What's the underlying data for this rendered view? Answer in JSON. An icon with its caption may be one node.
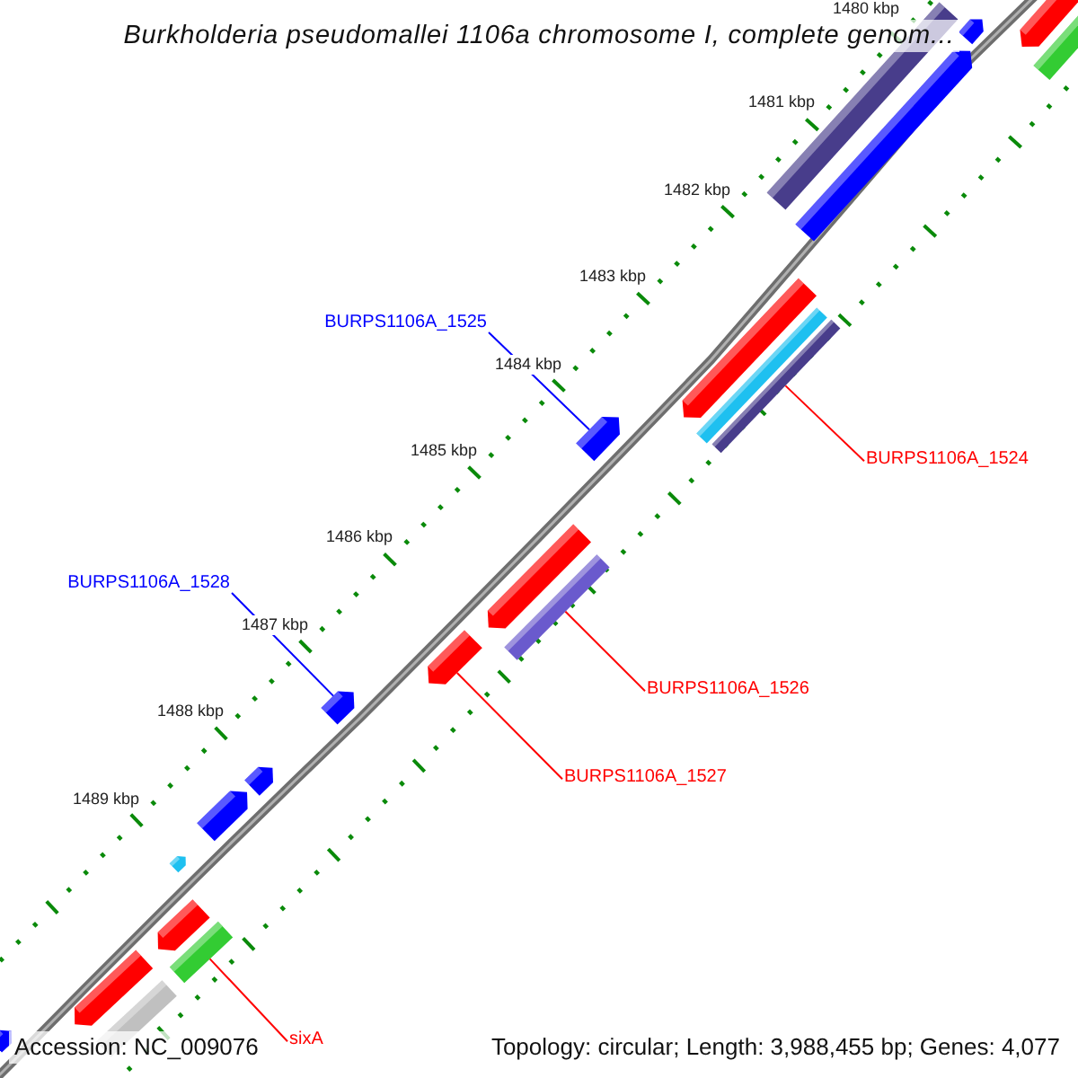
{
  "diagram": {
    "title": "Burkholderia pseudomallei 1106a chromosome I, complete genom...",
    "nodes": [
      {
        "text": [
          "BURPS1106A_1525"
        ]
      },
      {
        "text": [],
        "shape": "bar"
      },
      {
        "text": [
          "BURPS1106A_1524"
        ]
      },
      {
        "text": [],
        "shape": "bar"
      },
      {
        "text": [
          "BURPS1106A_1528"
        ]
      },
      {
        "text": [],
        "shape": "bar"
      },
      {
        "text": [
          "BURPS1106A_1526"
        ]
      },
      {
        "text": [],
        "shape": "bar"
      },
      {
        "text": [
          "BURPS1106A_1527"
        ]
      },
      {
        "text": [],
        "shape": "bar"
      },
      {
        "text": [
          "sixA"
        ]
      },
      {
        "text": [],
        "shape": "bar"
      },
      {
        "text": [],
        "shape": "bar"
      },
      {
        "text": [],
        "shape": "bar"
      },
      {
        "text": [],
        "shape": "bar"
      },
      {
        "text": [],
        "shape": "bar"
      },
      {
        "text": [],
        "shape": "bar"
      },
      {
        "text": [],
        "shape": "bar"
      },
      {
        "text": [],
        "shape": "bar"
      },
      {
        "text": [],
        "shape": "bar"
      },
      {
        "text": [],
        "shape": "bar"
      },
      {
        "text": [],
        "shape": "bar"
      },
      {
        "text": [],
        "shape": "bar"
      },
      {
        "text": [],
        "shape": "bar"
      },
      {
        "text": [],
        "shape": "bar"
      },
      {
        "text": [],
        "shape": "bar"
      },
      {
        "text": [],
        "shape": "bar"
      }
    ],
    "edges": [
      {
        "from": 0,
        "to": 1,
        "arrow": "none",
        "color": "#0000ff"
      },
      {
        "from": 2,
        "to": 3,
        "arrow": "none",
        "color": "#ff0000"
      },
      {
        "from": 4,
        "to": 5,
        "arrow": "none",
        "color": "#0000ff"
      },
      {
        "from": 6,
        "to": 7,
        "arrow": "none",
        "color": "#ff0000"
      },
      {
        "from": 8,
        "to": 9,
        "arrow": "none",
        "color": "#ff0000"
      },
      {
        "from": 10,
        "to": 11,
        "arrow": "none",
        "color": "#ff0000"
      }
    ],
    "labels": [
      "1480 kbp",
      "1481 kbp",
      "1482 kbp",
      "1483 kbp",
      "1484 kbp",
      "1485 kbp",
      "1486 kbp",
      "1487 kbp",
      "1488 kbp",
      "1489 kbp",
      "Accession: NC_009076",
      "Topology: circular; Length: 3,988,455 bp; Genes: 4,077"
    ]
  }
}
